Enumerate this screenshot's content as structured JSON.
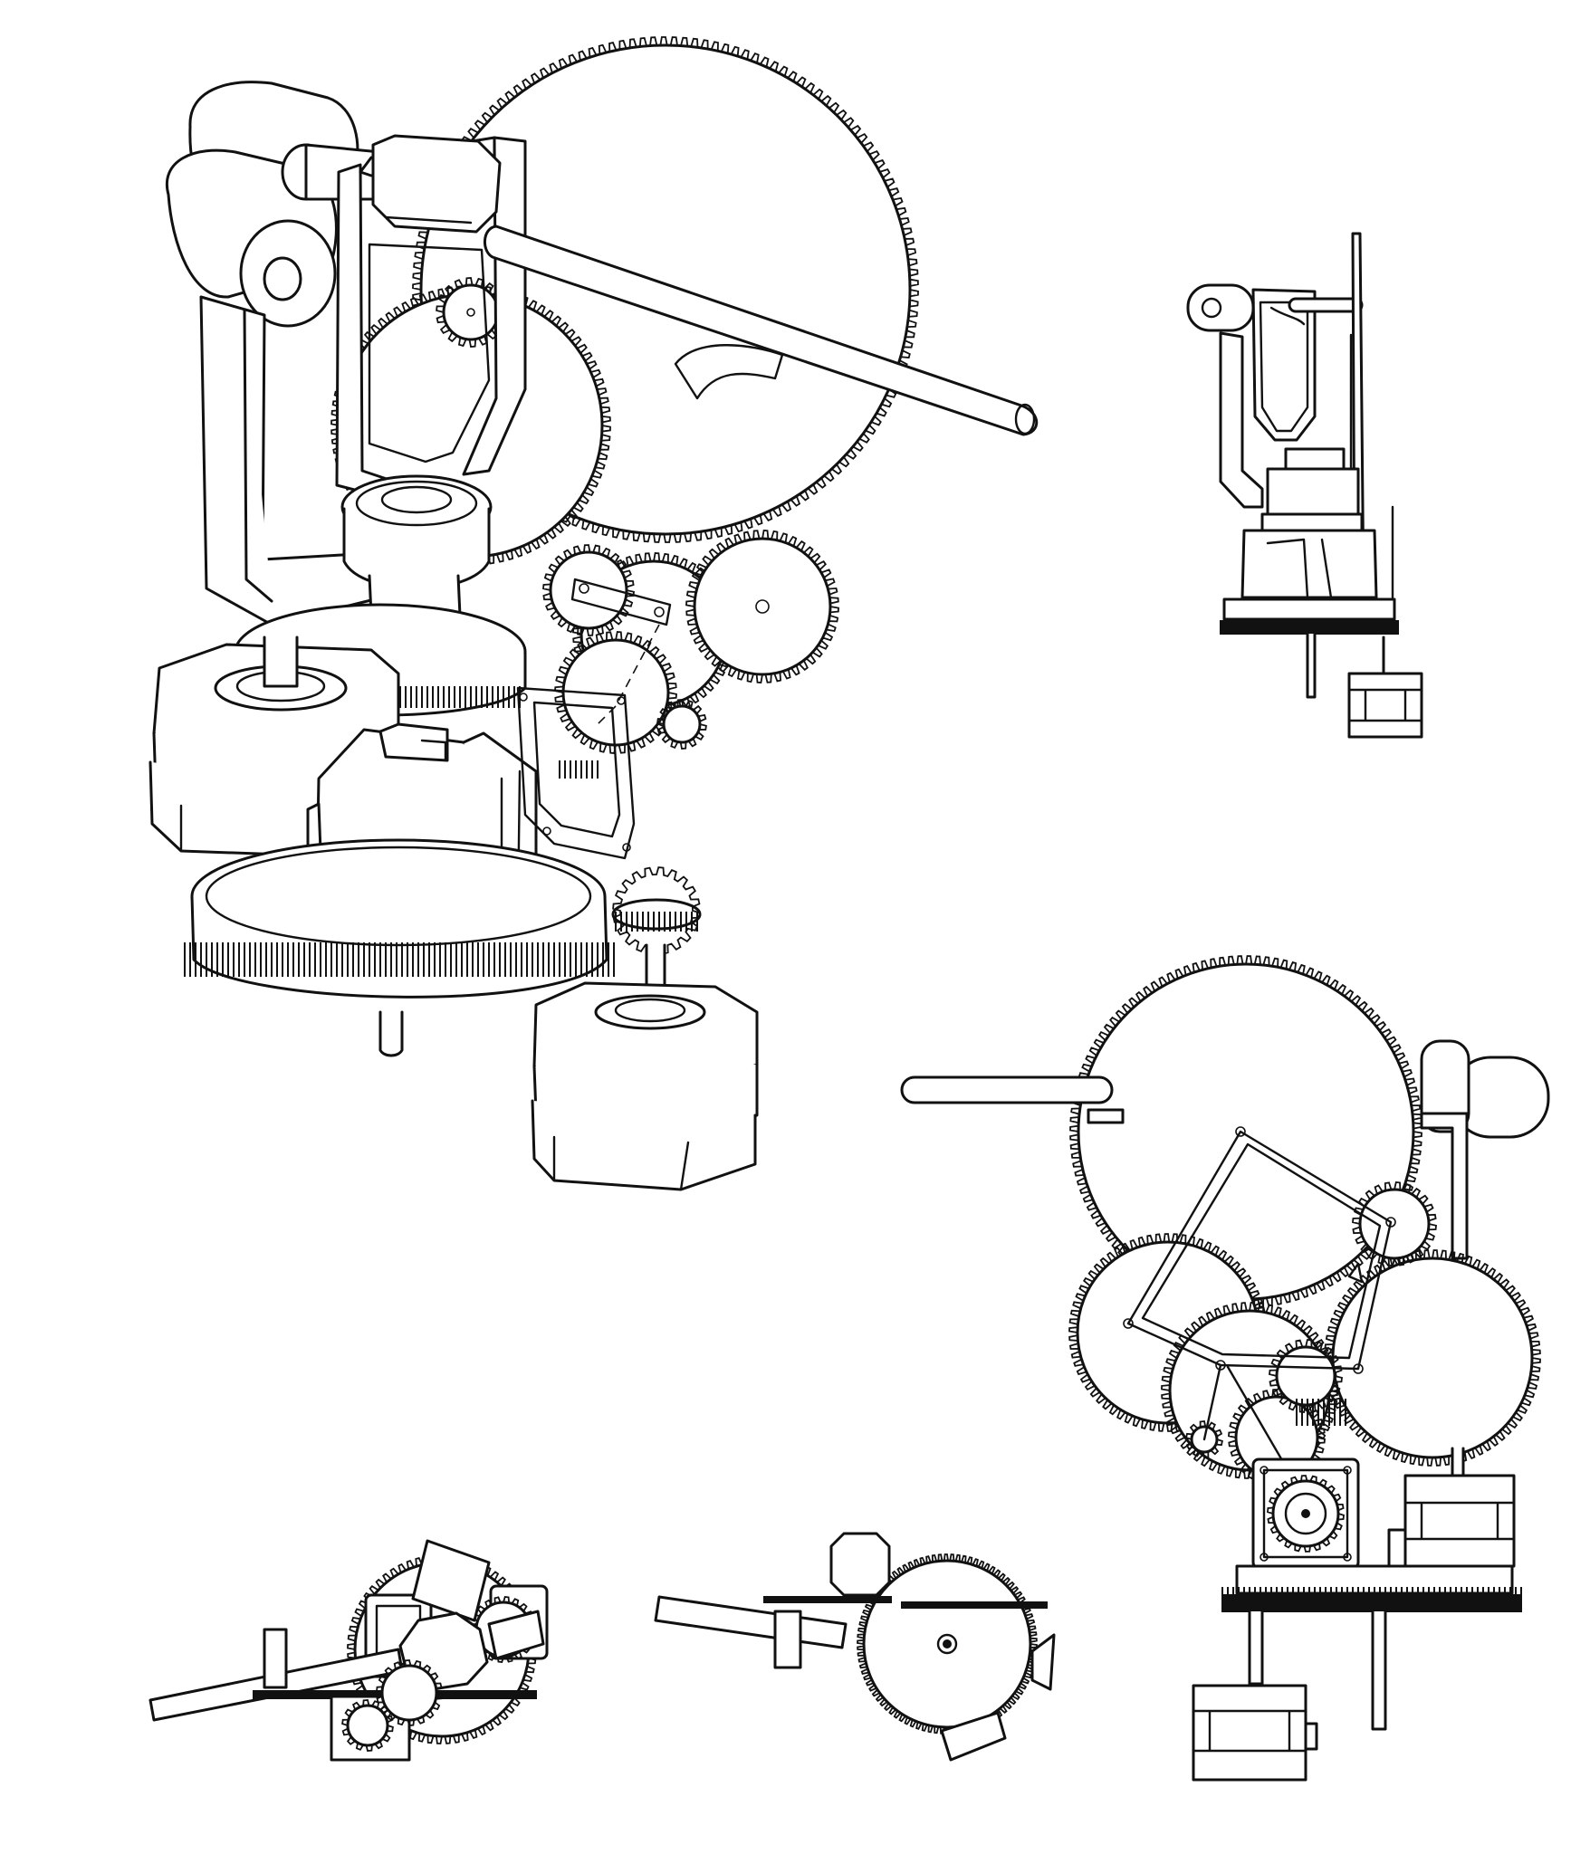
{
  "drawing": {
    "line_color": "#111111",
    "background": "#ffffff",
    "views": [
      "isometric-exploded",
      "side-elevation",
      "front-elevation",
      "top-plan",
      "bottom-plan"
    ]
  }
}
